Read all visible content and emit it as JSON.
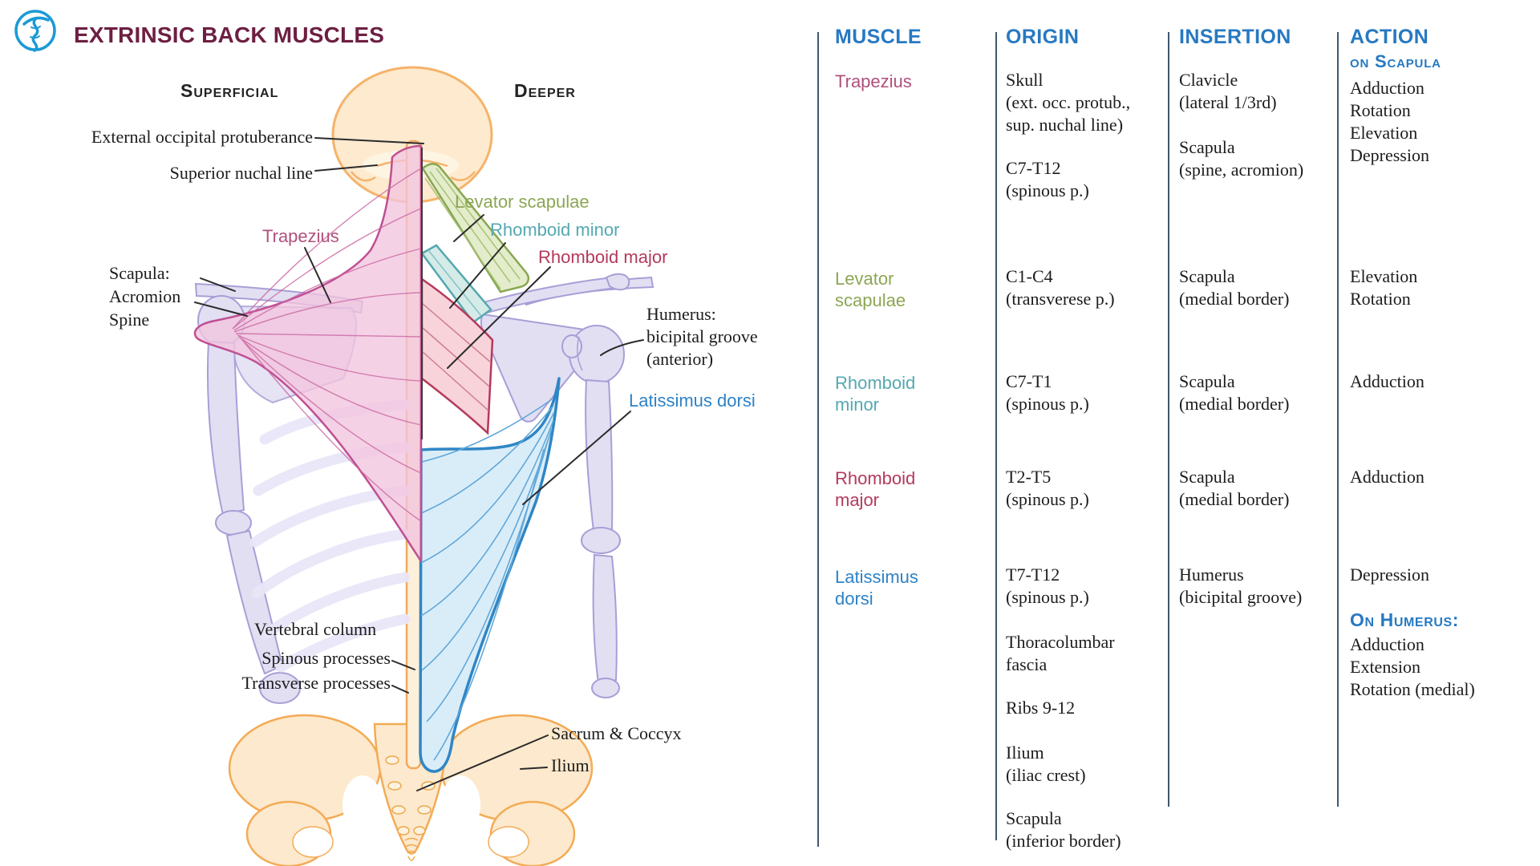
{
  "header": {
    "title": "EXTRINSIC BACK MUSCLES",
    "logo_icon": "rod-of-asclepius-icon"
  },
  "illustration": {
    "section_labels": {
      "superficial": "Superficial",
      "deeper": "Deeper"
    },
    "labels": {
      "external_occipital_protuberance": "External occipital protuberance",
      "superior_nuchal_line": "Superior nuchal line",
      "trapezius": "Trapezius",
      "scapula_group": "Scapula:\nAcromion\nSpine",
      "levator_scapulae": "Levator scapulae",
      "rhomboid_minor": "Rhomboid minor",
      "rhomboid_major": "Rhomboid major",
      "humerus_group": "Humerus:\nbicipital groove\n(anterior)",
      "latissimus_dorsi": "Latissimus dorsi",
      "vertebral_column": "Vertebral column",
      "spinous_processes": "Spinous processes",
      "transverse_processes": "Transverse processes",
      "sacrum_coccyx": "Sacrum & Coccyx",
      "ilium": "Ilium"
    }
  },
  "table": {
    "headers": {
      "muscle": "MUSCLE",
      "origin": "ORIGIN",
      "insertion": "INSERTION",
      "action": "ACTION",
      "action_sub": "on Scapula"
    },
    "rows": [
      {
        "muscle": "Trapezius",
        "origin": [
          "Skull\n(ext. occ. protub.,\nsup. nuchal line)",
          "C7-T12\n(spinous p.)"
        ],
        "insertion": [
          "Clavicle\n(lateral 1/3rd)",
          "Scapula\n(spine, acromion)"
        ],
        "action": [
          "Adduction\nRotation\nElevation\nDepression"
        ]
      },
      {
        "muscle": "Levator\nscapulae",
        "origin": [
          "C1-C4\n(transverese p.)"
        ],
        "insertion": [
          "Scapula\n(medial border)"
        ],
        "action": [
          "Elevation\nRotation"
        ]
      },
      {
        "muscle": "Rhomboid\nminor",
        "origin": [
          "C7-T1\n(spinous p.)"
        ],
        "insertion": [
          "Scapula\n(medial border)"
        ],
        "action": [
          "Adduction"
        ]
      },
      {
        "muscle": "Rhomboid\nmajor",
        "origin": [
          "T2-T5\n(spinous p.)"
        ],
        "insertion": [
          "Scapula\n(medial border)"
        ],
        "action": [
          "Adduction"
        ]
      },
      {
        "muscle": "Latissimus\ndorsi",
        "origin": [
          "T7-T12\n(spinous p.)",
          "Thoracolumbar\nfascia",
          "Ribs 9-12",
          "Ilium\n(iliac crest)",
          "Scapula\n(inferior border)"
        ],
        "insertion": [
          "Humerus\n(bicipital groove)"
        ],
        "action": [
          "Depression"
        ],
        "action_subheader": "On Humerus:",
        "action2": [
          "Adduction\nExtension\nRotation (medial)"
        ]
      }
    ]
  },
  "colors": {
    "title_maroon": "#6d1f42",
    "header_blue": "#2779c2",
    "trapezius": "#b0517b",
    "levator_scapulae": "#8ca653",
    "rhomboid_minor": "#55a8b1",
    "rhomboid_major": "#b43a5c",
    "latissimus_dorsi": "#2e82c6",
    "logo_blue": "#1b9ad6"
  }
}
